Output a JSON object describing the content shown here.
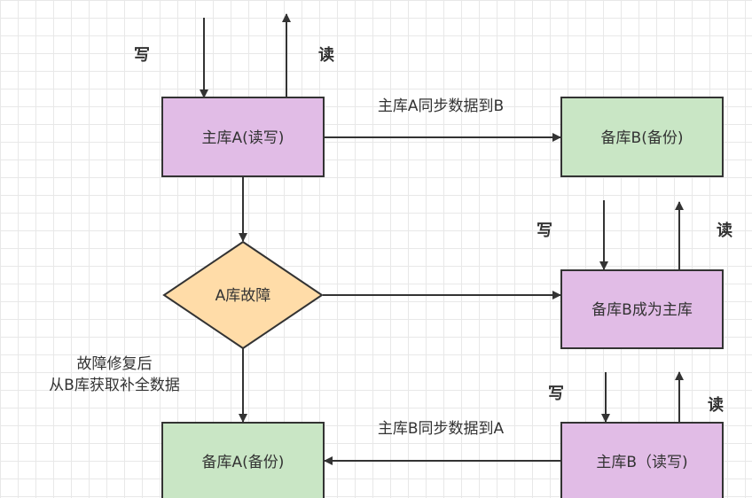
{
  "colors": {
    "primary_fill": "#e1bce6",
    "backup_fill": "#c9e6c5",
    "decision_fill": "#ffdca8",
    "stroke": "#333333"
  },
  "nodes": {
    "master_a": "主库A(读写)",
    "backup_b": "备库B(备份)",
    "a_failure": "A库故障",
    "b_becomes_master": "备库B成为主库",
    "backup_a": "备库A(备份)",
    "master_b": "主库B（读写)"
  },
  "edges": {
    "sync_a_to_b": "主库A同步数据到B",
    "sync_b_to_a": "主库B同步数据到A",
    "repair_line1": "故障修复后",
    "repair_line2": "从B库获取补全数据"
  },
  "io_labels": {
    "write": "写",
    "read": "读"
  }
}
